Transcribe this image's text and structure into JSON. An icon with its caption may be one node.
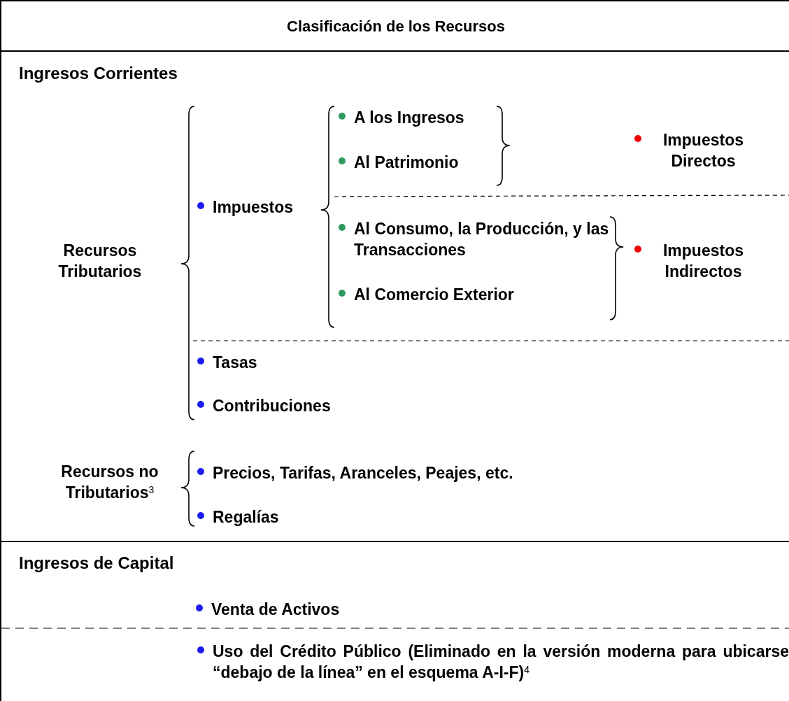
{
  "diagram": {
    "nodes": [
      {
        "text": [
          "Clasificación de los Recursos"
        ]
      },
      {
        "text": [
          "Ingresos Corrientes",
          "Recursos Tributarios",
          "Impuestos",
          "A los Ingresos",
          "Al Patrimonio",
          "Impuestos Directos",
          "Al Consumo, la Producción, y las Transacciones",
          "Al Comercio Exterior",
          "Impuestos Indirectos",
          "Tasas",
          "Contribuciones",
          "Recursos no Tributarios$^{3}$",
          "Precios, Tarifas, Aranceles, Peajes, etc.",
          "Regalías"
        ]
      },
      {
        "text": [
          "Ingresos de Capital",
          "Venta de Activos",
          "Uso del Crédito Público (Eliminado en la versión moderna para ubicarse “debajo de la línea” en el esquema A-I-F)$^{4}$"
        ]
      }
    ]
  }
}
